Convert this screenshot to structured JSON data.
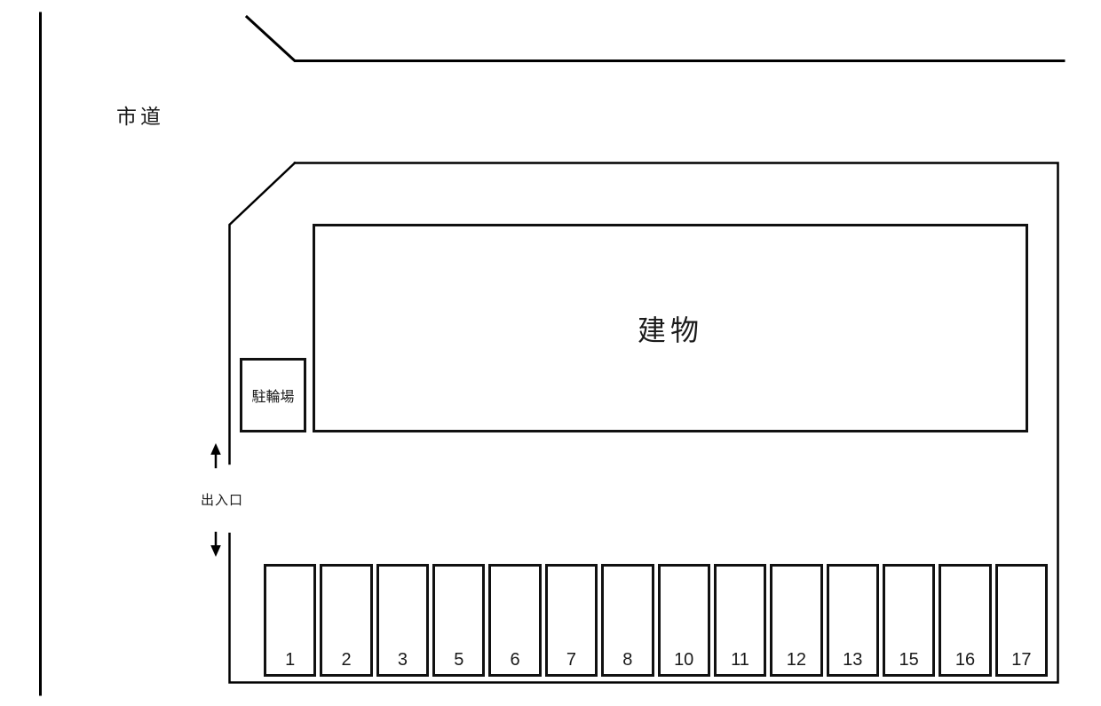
{
  "labels": {
    "road": "市道",
    "building": "建物",
    "bicycle_parking": "駐輪場",
    "entrance": "出入口"
  },
  "parking": {
    "stall_numbers": [
      "1",
      "2",
      "3",
      "5",
      "6",
      "7",
      "8",
      "10",
      "11",
      "12",
      "13",
      "15",
      "16",
      "17"
    ]
  },
  "icons": {
    "entrance_arrow_up": "arrow-up",
    "entrance_arrow_down": "arrow-down"
  },
  "colors": {
    "line": "#000000",
    "text": "#1a1a1a",
    "background": "#ffffff"
  }
}
